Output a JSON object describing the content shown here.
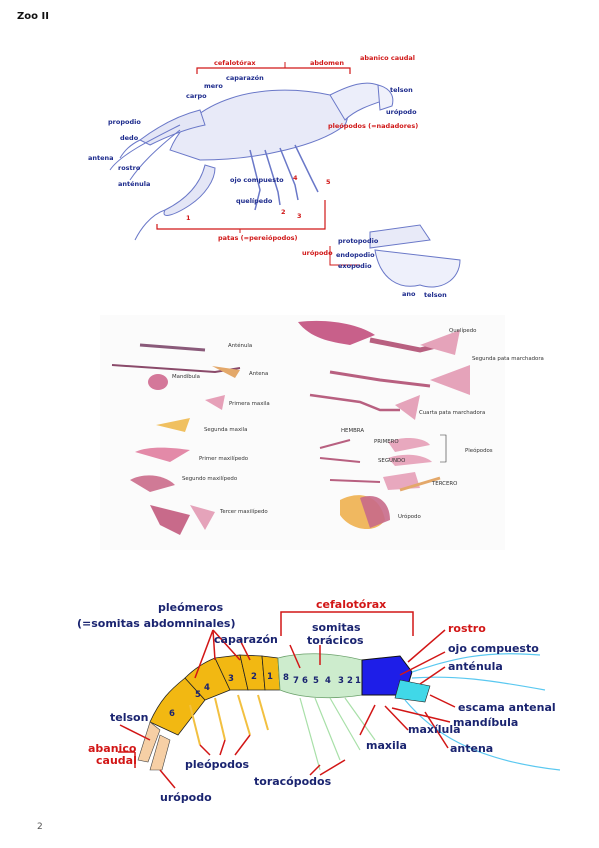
{
  "header": {
    "title": "Zoo II"
  },
  "page_number": "2",
  "diagram1": {
    "labels": {
      "cefalotorax": "cefalotórax",
      "abdomen": "abdomen",
      "abanico_caudal": "abanico caudal",
      "mero": "mero",
      "caparazon": "caparazón",
      "carpo": "carpo",
      "telson": "telson",
      "uropodo": "urópodo",
      "propodio": "propodio",
      "dedo": "dedo",
      "pleopodos": "pleópodos (=nadadores)",
      "antena": "antena",
      "rostro": "rostro",
      "antenula": "anténula",
      "ojo_compuesto": "ojo compuesto",
      "quelipedo": "quelípedo",
      "patas": "patas (=pereiópodos)",
      "protopodio": "protopodio",
      "endopodio": "endopodio",
      "exopodio": "exopodio",
      "uropodo2": "urópodo",
      "ano": "ano",
      "telson2": "telson",
      "n1": "1",
      "n2": "2",
      "n3": "3",
      "n4": "4",
      "n5": "5"
    }
  },
  "diagram2": {
    "labels": {
      "antenula": "Anténula",
      "antena": "Antena",
      "mandibula": "Mandíbula",
      "primera_maxila": "Primera maxila",
      "segunda_maxila": "Segunda maxila",
      "primer_maxilipedo": "Primer maxilípedo",
      "segundo_maxilipedo": "Segundo maxilípedo",
      "tercer_maxilipedo": "Tercer maxilípedo",
      "quelipedo": "Quelípedo",
      "segunda_pata": "Segunda pata marchadora",
      "cuarta_pata": "Cuarta pata marchadora",
      "hembra": "HEMBRA",
      "primero": "PRIMERO",
      "segundo": "SEGUNDO",
      "tercero": "TERCERO",
      "pleopodos": "Pleópodos",
      "uropodo": "Urópodo"
    }
  },
  "diagram3": {
    "labels": {
      "pleomeros": "pleómeros",
      "somitas_abd": "(=somitas abdomninales)",
      "cefalotorax": "cefalotórax",
      "caparazon": "caparazón",
      "somitas": "somitas",
      "toracicos": "torácicos",
      "rostro": "rostro",
      "ojo_compuesto": "ojo compuesto",
      "antenula": "anténula",
      "escama_antenal": "escama antenal",
      "telson": "telson",
      "mandibula": "mandíbula",
      "maxilula": "maxílula",
      "maxila": "maxila",
      "antena": "antena",
      "abanico": "abanico",
      "caudal": "caudal",
      "pleopodos": "pleópodos",
      "toracopodos": "toracópodos",
      "uropodo": "urópodo",
      "abd_numbers": [
        "6",
        "5",
        "4",
        "3",
        "2",
        "1"
      ],
      "thor_numbers": [
        "8",
        "7",
        "6",
        "5",
        "4",
        "3",
        "2",
        "1"
      ]
    }
  }
}
